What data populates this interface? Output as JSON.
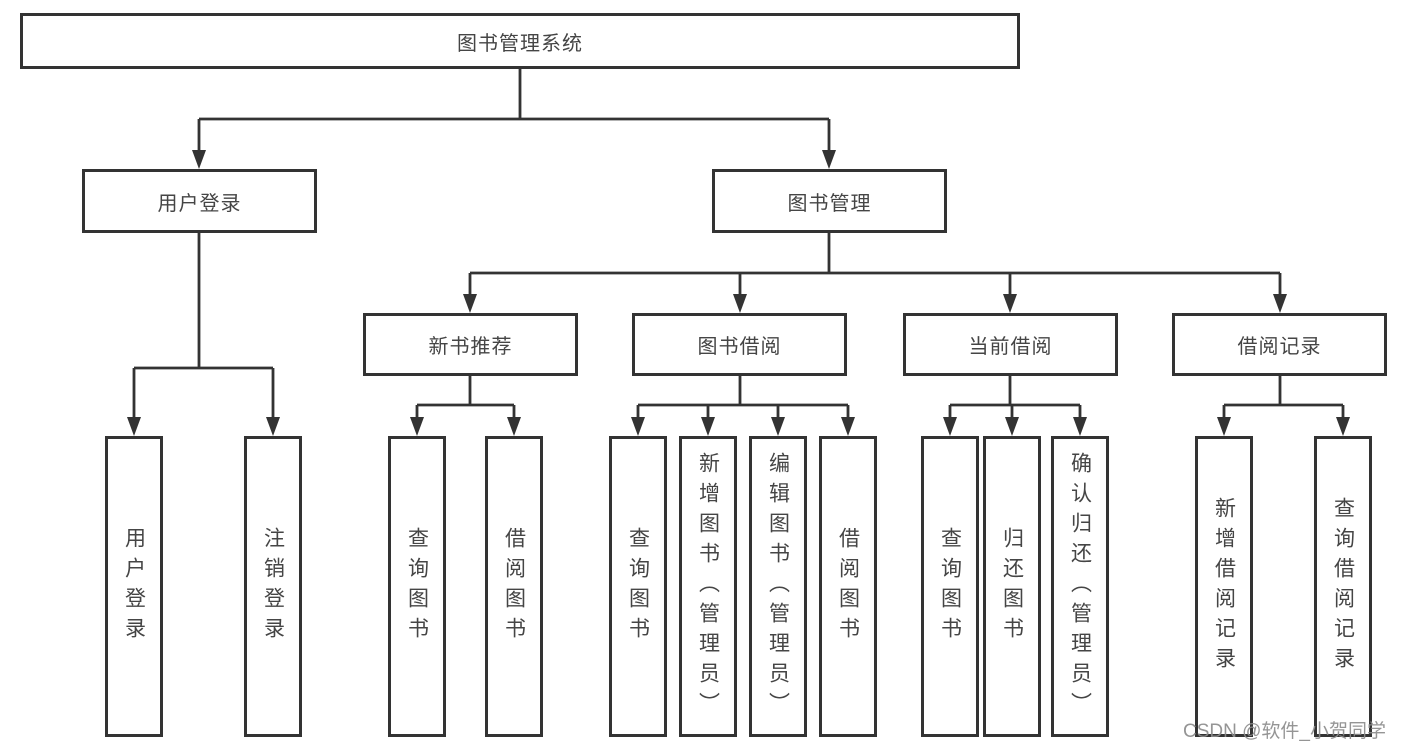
{
  "diagram": {
    "root": {
      "label": "图书管理系统"
    },
    "user_login": {
      "label": "用户登录",
      "children": {
        "login": {
          "label": "用户登录"
        },
        "logout": {
          "label": "注销登录"
        }
      }
    },
    "book_management": {
      "label": "图书管理",
      "children": {
        "new_books": {
          "label": "新书推荐",
          "children": {
            "query": {
              "label": "查询图书"
            },
            "borrow": {
              "label": "借阅图书"
            }
          }
        },
        "book_borrow": {
          "label": "图书借阅",
          "children": {
            "query": {
              "label": "查询图书"
            },
            "add": {
              "label": "新增图书（管理员）"
            },
            "edit": {
              "label": "编辑图书（管理员）"
            },
            "borrow": {
              "label": "借阅图书"
            }
          }
        },
        "current_borrow": {
          "label": "当前借阅",
          "children": {
            "query": {
              "label": "查询图书"
            },
            "return": {
              "label": "归还图书"
            },
            "confirm": {
              "label": "确认归还（管理员）"
            }
          }
        },
        "borrow_records": {
          "label": "借阅记录",
          "children": {
            "add": {
              "label": "新增借阅记录"
            },
            "query": {
              "label": "查询借阅记录"
            }
          }
        }
      }
    }
  },
  "watermark": {
    "text": "CSDN @软件_小贺同学"
  },
  "colors": {
    "line": "#333333",
    "text": "#454545",
    "background": "#ffffff",
    "watermark": "#8c8c8c"
  }
}
